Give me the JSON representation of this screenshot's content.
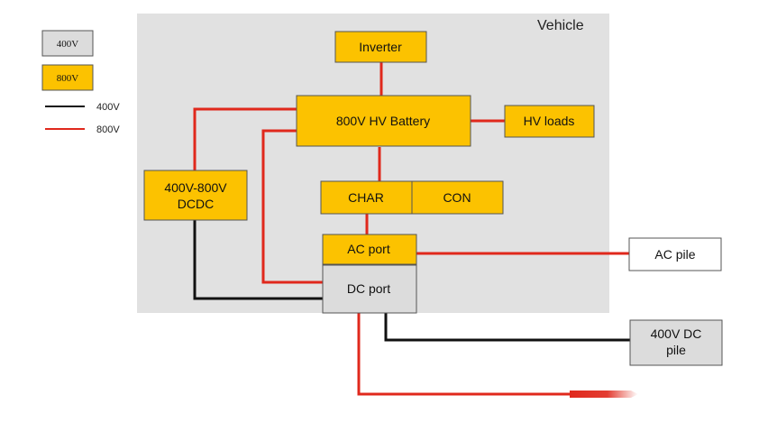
{
  "colors": {
    "line_400v": "#111111",
    "line_800v": "#e0281c",
    "box_800v": "#fcc200",
    "box_400v": "#dcdcdc",
    "box_white": "#ffffff",
    "vehicle_bg": "#e1e1e1",
    "border": "#555555"
  },
  "legend": {
    "box_400v": "400V",
    "box_800v": "800V",
    "line_400v": "400V",
    "line_800v": "800V"
  },
  "vehicle": {
    "label": "Vehicle"
  },
  "nodes": {
    "inverter": "Inverter",
    "battery": "800V HV Battery",
    "hv_loads": "HV loads",
    "dcdc_line1": "400V-800V",
    "dcdc_line2": "DCDC",
    "char": "CHAR",
    "con": "CON",
    "ac_port": "AC port",
    "dc_port": "DC port",
    "ac_pile": "AC pile",
    "dc_pile_line1": "400V DC",
    "dc_pile_line2": "pile"
  }
}
